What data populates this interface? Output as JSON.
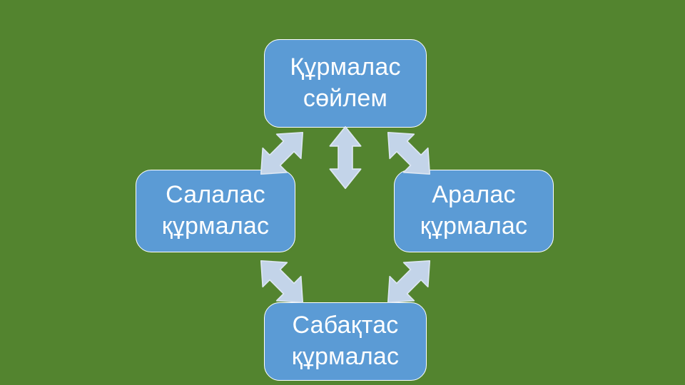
{
  "slide": {
    "background_color": "#53842f",
    "node_fill_color": "#5b9bd5",
    "node_border_color": "#ffffff",
    "node_text_color": "#ffffff",
    "arrow_fill_color": "#c3d4e9",
    "arrow_border_color": "#dce6f2"
  },
  "nodes": {
    "top": {
      "name": "kurmalas-soilem",
      "line1": "Құрмалас",
      "line2": "сөйлем"
    },
    "left": {
      "name": "salalas-kurmalas",
      "line1": "Салалас",
      "line2": "құрмалас"
    },
    "right": {
      "name": "aralas-kurmalas",
      "line1": "Аралас",
      "line2": "құрмалас"
    },
    "bottom": {
      "name": "sabaktas-kurmalas",
      "line1": "Сабақтас",
      "line2": "құрмалас"
    }
  },
  "connectors": [
    {
      "id": "top-left",
      "icon": "double-arrow-diagonal-ne-sw-icon",
      "from": "top",
      "to": "left"
    },
    {
      "id": "top-middle",
      "icon": "double-arrow-vertical-icon",
      "from": "top",
      "to": "bottom"
    },
    {
      "id": "top-right",
      "icon": "double-arrow-diagonal-nw-se-icon",
      "from": "top",
      "to": "right"
    },
    {
      "id": "bottom-left",
      "icon": "double-arrow-diagonal-nw-se-icon",
      "from": "left",
      "to": "bottom"
    },
    {
      "id": "bottom-right",
      "icon": "double-arrow-diagonal-ne-sw-icon",
      "from": "right",
      "to": "bottom"
    }
  ]
}
